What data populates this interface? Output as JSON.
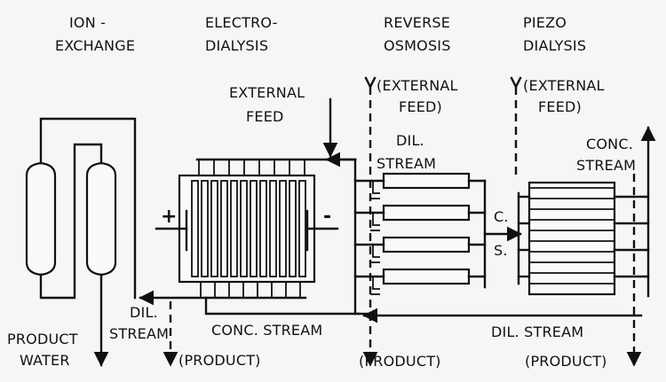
{
  "stages": {
    "ion_exchange": [
      "ION -",
      "EXCHANGE"
    ],
    "electrodialysis": [
      "ELECTRO-",
      "DIALYSIS"
    ],
    "reverse_osmosis": [
      "REVERSE",
      "OSMOSIS"
    ],
    "piezo_dialysis": [
      "PIEZO",
      "DIALYSIS"
    ]
  },
  "external_feed": {
    "ed": [
      "EXTERNAL",
      "FEED"
    ],
    "ro": [
      "(EXTERNAL",
      "FEED)"
    ],
    "pd": [
      "(EXTERNAL",
      "FEED)"
    ]
  },
  "streams": {
    "dil_stream_ro": [
      "DIL.",
      "STREAM"
    ],
    "conc_stream_pd": [
      "CONC.",
      "STREAM"
    ],
    "dil_stream_left": [
      "DIL.",
      "STREAM"
    ],
    "conc_stream_bottom": "CONC. STREAM",
    "dil_stream_bottom": "DIL. STREAM"
  },
  "product_water": [
    "PRODUCT",
    "WATER"
  ],
  "product_labels": [
    "(PRODUCT)",
    "(PRODUCT)",
    "(PRODUCT)"
  ],
  "electrodes": {
    "plus": "+",
    "minus": "-"
  },
  "cs_labels": [
    "C.",
    "S."
  ]
}
